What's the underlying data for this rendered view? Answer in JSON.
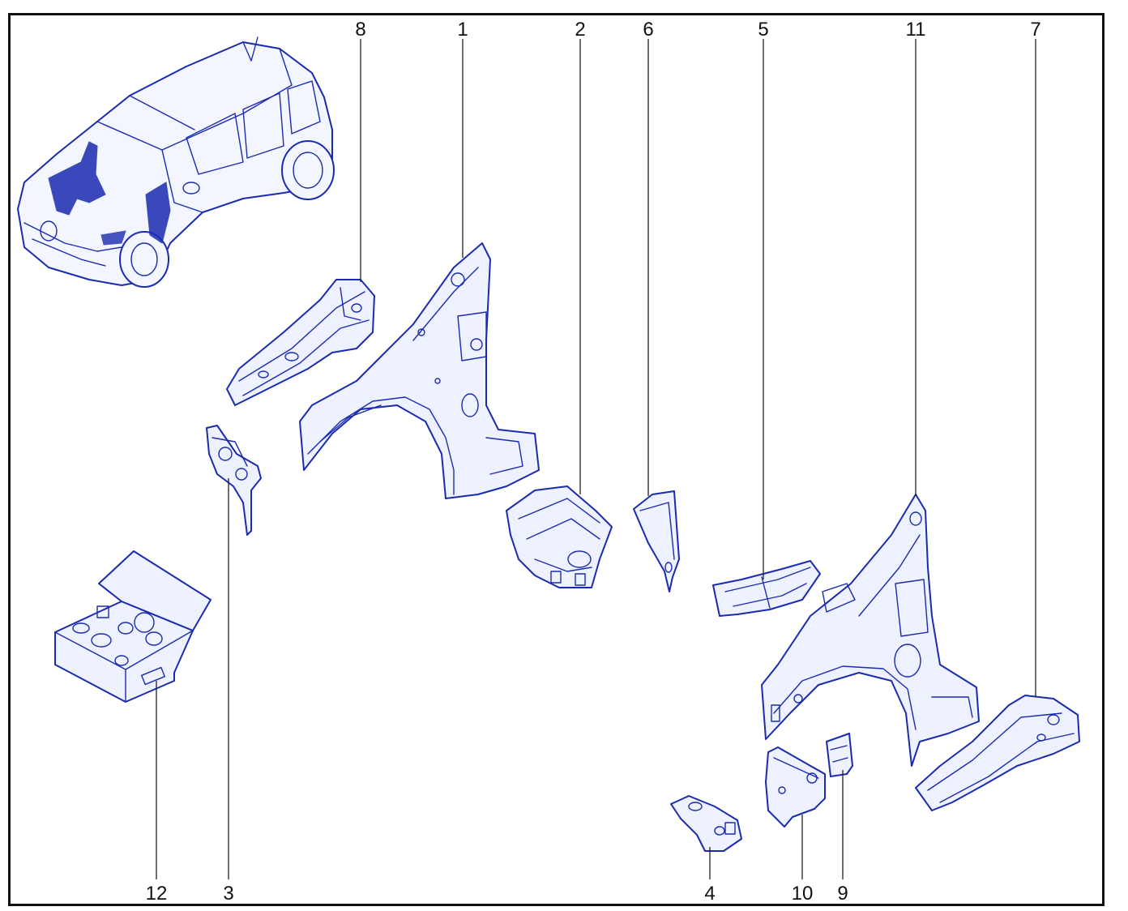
{
  "diagram": {
    "callouts": [
      "8",
      "1",
      "2",
      "6",
      "5",
      "11",
      "7",
      "12",
      "3",
      "4",
      "10",
      "9"
    ],
    "line_color": "#1a2bb0",
    "frame_color": "#111111"
  }
}
